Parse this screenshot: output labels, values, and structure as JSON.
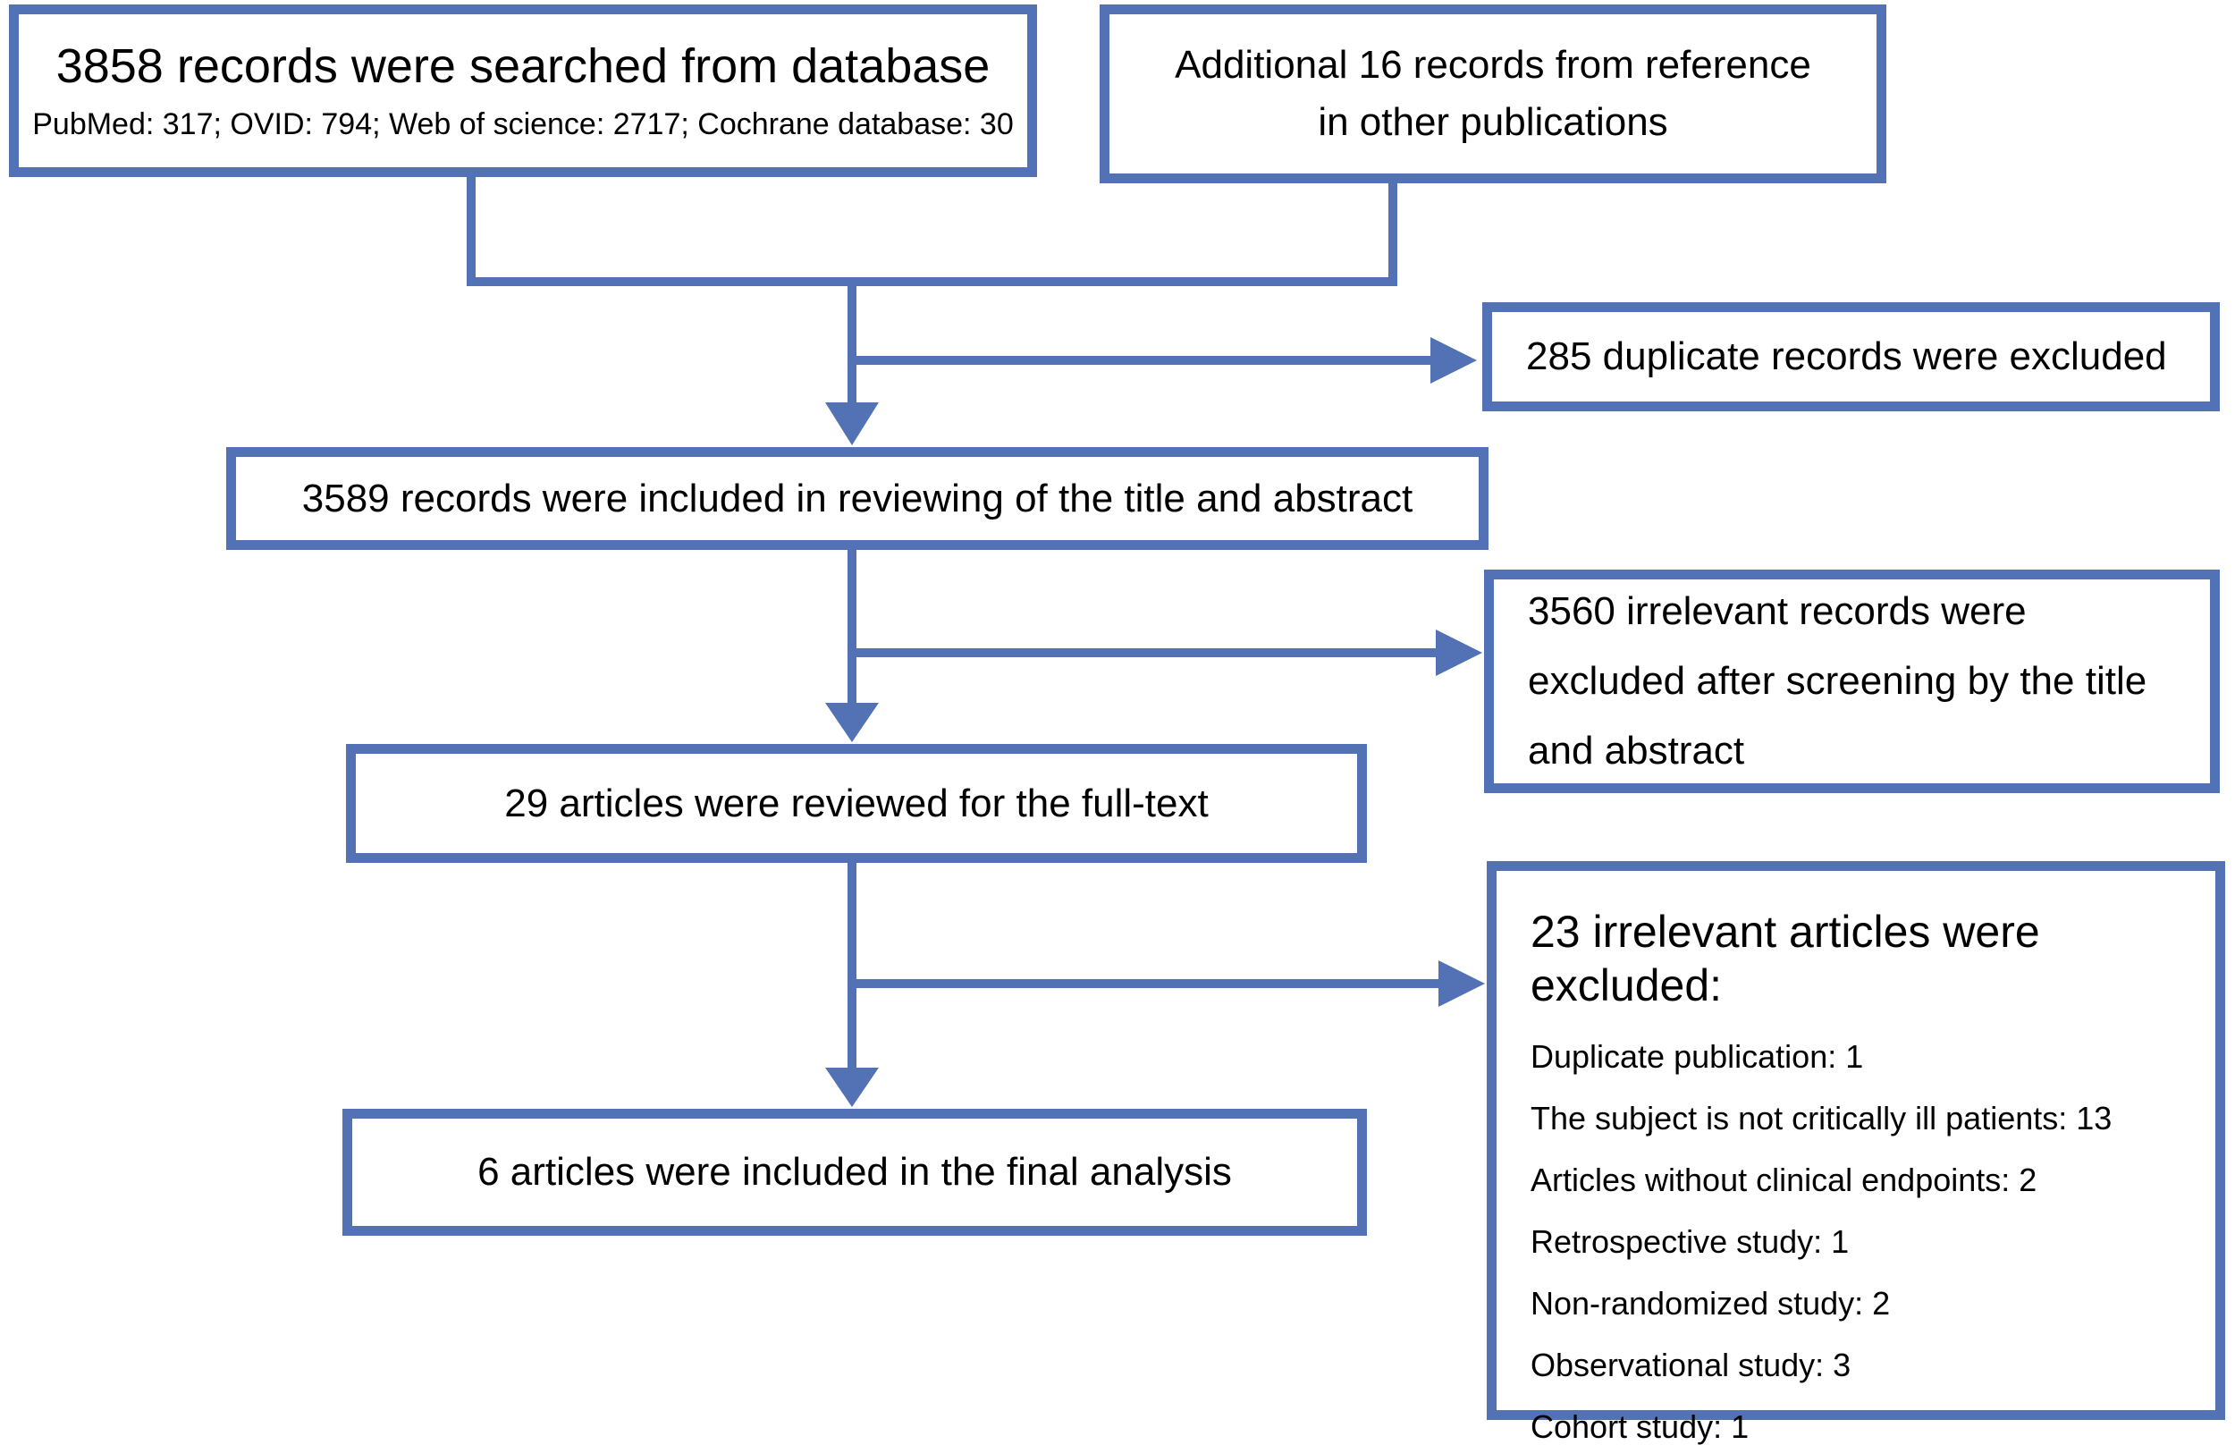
{
  "figure": {
    "type": "study-selection-flow-diagram"
  },
  "colors": {
    "line_blue": "#5272B5",
    "text": "#000000",
    "background": "#FFFFFF"
  },
  "boxes": {
    "records_searched": {
      "title": "3858 records were searched from database",
      "breakdown": "PubMed: 317; OVID: 794; Web of science: 2717; Cochrane database: 30"
    },
    "additional_records": {
      "lines": [
        "Additional 16 records from reference",
        "in other publications"
      ]
    },
    "duplicates_excluded": {
      "text": "285 duplicate records were excluded"
    },
    "title_abstract_included": {
      "text": "3589 records were included in reviewing of the title and abstract"
    },
    "title_abstract_excluded": {
      "lines": [
        "3560 irrelevant records were",
        "excluded after screening by the title",
        "and abstract"
      ]
    },
    "fulltext_reviewed": {
      "text": "29 articles were reviewed for the full-text"
    },
    "fulltext_excluded": {
      "heading": "23 irrelevant articles were excluded:",
      "items": [
        "Duplicate publication: 1",
        "The subject is not critically ill patients: 13",
        "Articles without clinical endpoints: 2",
        "Retrospective study: 1",
        "Non-randomized study: 2",
        "Observational study: 3",
        "Cohort study: 1"
      ]
    },
    "final_included": {
      "text": "6 articles were included in the final analysis"
    }
  }
}
